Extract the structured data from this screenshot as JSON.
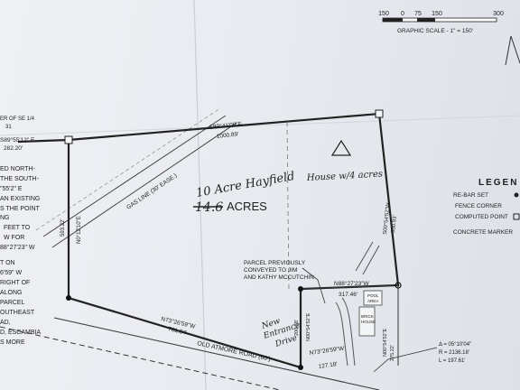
{
  "scale": {
    "ticks": [
      "150",
      "0",
      "75",
      "150",
      "300"
    ],
    "label": "GRAPHIC SCALE - 1\" = 150'"
  },
  "left_notes": {
    "header": [
      "ER OF SE 1/4",
      "31"
    ],
    "bearing_top": "S89°55'12\" E",
    "distance_top": "282.20'",
    "lines": [
      "ED NORTH-",
      "THE SOUTH-",
      "\"55'2\" E",
      "AN EXISTING",
      "S THE POINT",
      "NG",
      "FEET TO",
      "W FOR",
      "88°27'23\" W",
      "T ON",
      "6'59\" W",
      "RIGHT OF",
      "ALONG",
      "PARCEL",
      "OUTHEAST",
      "AD,",
      "D, ESCAMBIA",
      "S MORE"
    ]
  },
  "legend": {
    "title": "LEGEN",
    "items": [
      "RE-BAR SET",
      "FENCE CORNER",
      "COMPUTED POINT",
      "CONCRETE MARKER"
    ]
  },
  "lines": {
    "top_bearing": "S89°41'00\"E",
    "top_distance": "1000.89'",
    "west_bearing": "N0°12'10\"E",
    "west_distance": "593.22'",
    "east_bearing": "S00°54'52\"W",
    "east_distance": "550.93'",
    "south_bearing": "N73°26'59\"W",
    "south_distance": "761.84'",
    "parcel_north_bearing": "N88°27'23\"W",
    "parcel_north_distance": "317.46'",
    "parcel_west_bearing": "N00°54'52\"E",
    "parcel_west_distance": "200.38'",
    "parcel_east_bearing": "N00°54'52\"E",
    "parcel_east_distance": "275.22'",
    "road_bearing": "N73°26'59\"W",
    "road_distance": "127.18'"
  },
  "gas_line": "GAS LINE (30' EASE.)",
  "handwritten": {
    "hayfield": "10 Acre Hayfield",
    "house": "House w/4 acres",
    "struck_acres": "14.6",
    "entrance": [
      "New",
      "Entrance",
      "Drive"
    ]
  },
  "acres_label": "ACRES",
  "parcel_note": [
    "PARCEL PREVIOUSLY",
    "CONVEYED TO JIM",
    "AND KATHY MCCUTCHIN"
  ],
  "pool_label": [
    "POOL",
    "AREA"
  ],
  "house_label": [
    "BRICK",
    "HOUSE"
  ],
  "road_label": "OLD ATMORE ROAD (60')",
  "curve": [
    "Δ = 05°10'04\"",
    "R = 2136.18'",
    "L = 197.61'"
  ]
}
